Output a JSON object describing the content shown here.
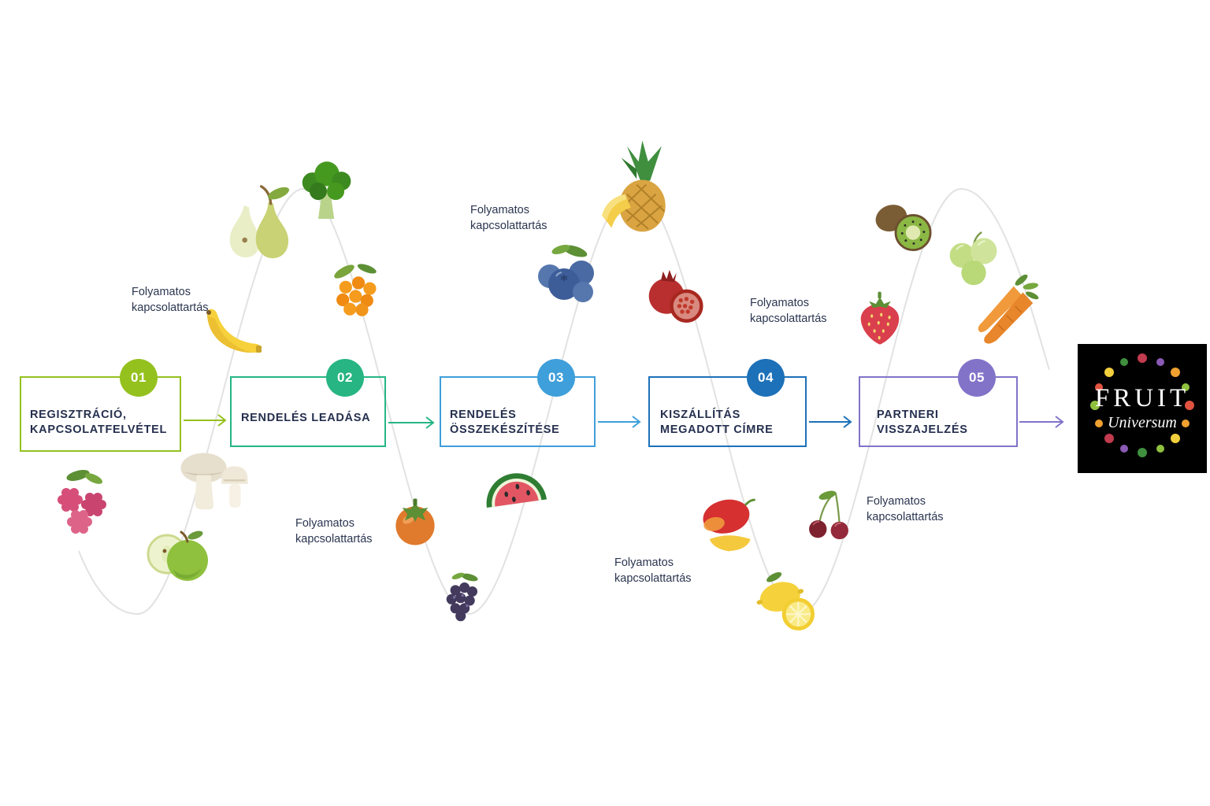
{
  "process": {
    "steps": [
      {
        "number": "01",
        "label": "REGISZTRÁCIÓ,\nKAPCSOLATFELVÉTEL",
        "color": "#95c11f"
      },
      {
        "number": "02",
        "label": "RENDELÉS LEADÁSA",
        "color": "#26b583"
      },
      {
        "number": "03",
        "label": "RENDELÉS\nÖSSZEKÉSZÍTÉSE",
        "color": "#3f9fda"
      },
      {
        "number": "04",
        "label": "KISZÁLLÍTÁS\nMEGADOTT CÍMRE",
        "color": "#1d71b8"
      },
      {
        "number": "05",
        "label": "PARTNERI\nVISSZAJELZÉS",
        "color": "#8273c9"
      }
    ],
    "contact_label": "Folyamatos\nkapcsolattartás",
    "text_color": "#26304f",
    "curve_color": "#e2e2e2"
  },
  "logo": {
    "title": "FRUIT",
    "subtitle": "Universum",
    "background": "#000000",
    "text_color": "#ffffff"
  },
  "icons": {
    "fruits": [
      "pear-icon",
      "broccoli-icon",
      "banana-icon",
      "sea-buckthorn-icon",
      "raspberry-icon",
      "mushroom-icon",
      "green-apple-icon",
      "persimmon-icon",
      "blackberry-icon",
      "watermelon-icon",
      "blueberry-icon",
      "pineapple-icon",
      "pomegranate-icon",
      "mango-icon",
      "lemon-icon",
      "cherry-icon",
      "strawberry-icon",
      "kiwi-icon",
      "grapes-icon",
      "carrot-icon",
      "fruit-wreath-icon"
    ]
  }
}
